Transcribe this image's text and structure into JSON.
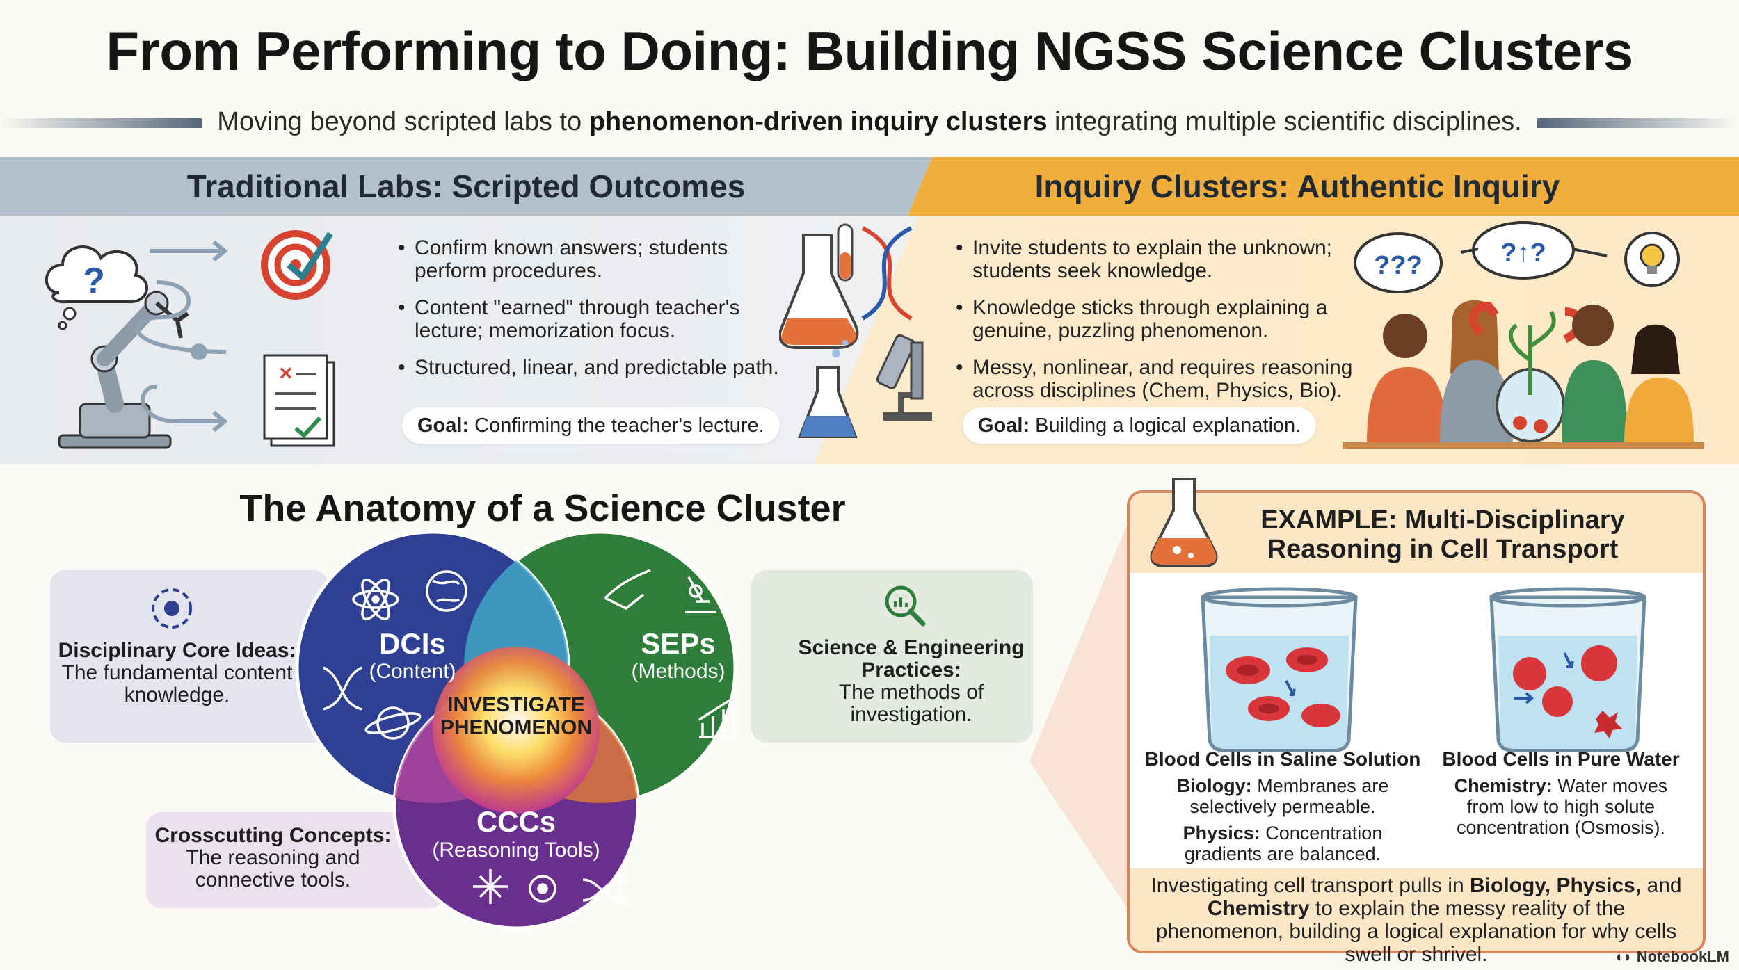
{
  "title": "From Performing to Doing: Building NGSS Science Clusters",
  "subtitle": {
    "pre": "Moving beyond scripted labs to ",
    "bold": "phenomenon-driven inquiry clusters",
    "post": " integrating multiple scientific disciplines."
  },
  "traditional": {
    "header": "Traditional Labs: Scripted Outcomes",
    "bullets": [
      "Confirm known answers; students perform procedures.",
      "Content \"earned\" through teacher's lecture; memorization focus.",
      "Structured, linear, and predictable path."
    ],
    "goal_label": "Goal:",
    "goal_text": "Confirming the teacher's lecture."
  },
  "inquiry": {
    "header": "Inquiry Clusters: Authentic Inquiry",
    "bullets": [
      "Invite students to explain the unknown; students seek knowledge.",
      "Knowledge sticks through explaining a genuine, puzzling phenomenon.",
      "Messy, nonlinear, and requires reasoning across disciplines (Chem, Physics, Bio)."
    ],
    "goal_label": "Goal:",
    "goal_text": "Building a logical explanation."
  },
  "anatomy": {
    "title": "The Anatomy of a Science Cluster",
    "dci": {
      "label": "DCIs",
      "sub": "(Content)",
      "panel_title": "Disciplinary Core Ideas:",
      "panel_text": "The fundamental content knowledge."
    },
    "sep": {
      "label": "SEPs",
      "sub": "(Methods)",
      "panel_title": "Science & Engineering Practices:",
      "panel_text": "The methods of investigation."
    },
    "ccc": {
      "label": "CCCs",
      "sub": "(Reasoning Tools)",
      "panel_title": "Crosscutting Concepts:",
      "panel_text": "The reasoning and connective tools."
    },
    "center_line1": "INVESTIGATE",
    "center_line2": "PHENOMENON"
  },
  "example": {
    "title_line1": "EXAMPLE: Multi-Disciplinary",
    "title_line2": "Reasoning in Cell Transport",
    "left_title": "Blood Cells in Saline Solution",
    "left_b1_label": "Biology:",
    "left_b1_text": "Membranes are selectively permeable.",
    "left_b2_label": "Physics:",
    "left_b2_text": "Concentration gradients are balanced.",
    "right_title": "Blood Cells in Pure Water",
    "right_b1_label": "Chemistry:",
    "right_b1_text": "Water moves from low to high solute concentration (Osmosis).",
    "foot": {
      "t1": "Investigating cell transport pulls in ",
      "b1": "Biology, Physics,",
      "t2": " and ",
      "b2": "Chemistry",
      "t3": " to explain the messy reality of the phenomenon, building a logical explanation for why cells swell or shrivel."
    }
  },
  "brand": "NotebookLM",
  "colors": {
    "traditional_header": "#b3c0cb",
    "inquiry_header": "#f2ae3d",
    "dci": "#2e3f94",
    "sep": "#2f7d3a",
    "ccc": "#6a2f8e",
    "example_border": "#d9865f"
  }
}
